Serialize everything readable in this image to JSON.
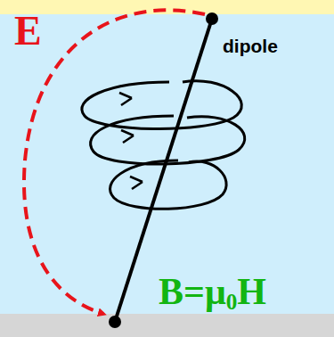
{
  "diagram": {
    "labels": [
      "E",
      "dipole",
      "B=μ0H"
    ]
  }
}
